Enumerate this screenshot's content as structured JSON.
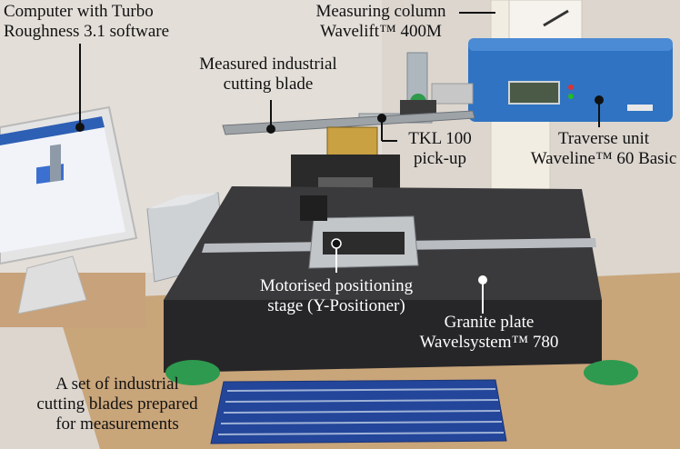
{
  "labels": {
    "computer": [
      "Computer with Turbo",
      "Roughness 3.1 software"
    ],
    "measuring_column": [
      "Measuring column",
      "Wavelift™ 400M"
    ],
    "cutting_blade": [
      "Measured industrial",
      "cutting blade"
    ],
    "pickup": [
      "TKL 100",
      "pick-up"
    ],
    "traverse_unit": [
      "Traverse unit",
      "Waveline™ 60 Basic"
    ],
    "positioning_stage": [
      "Motorised positioning",
      "stage (Y-Positioner)"
    ],
    "granite_plate": [
      "Granite plate",
      "Wavelsystem™ 780"
    ],
    "blade_set": [
      "A set of industrial",
      "cutting blades prepared",
      "for  measurements"
    ]
  },
  "colors": {
    "wall": "#dcd6cf",
    "desk": "#c9a57a",
    "granite": "#2b2b2d",
    "traverse_unit": "#2f73c2",
    "monitor_frame": "#e4e4e4",
    "feet": "#2e9a4f",
    "blade_tray": "#23469a",
    "label_text": "#111111",
    "label_text_on_dark": "#ffffff"
  },
  "icons": {
    "computer_marker": "dot-marker",
    "pickup_marker": "dot-marker",
    "blade_marker": "dot-marker",
    "traverse_marker": "dot-marker",
    "stage_marker": "dot-marker",
    "granite_marker": "dot-marker"
  }
}
